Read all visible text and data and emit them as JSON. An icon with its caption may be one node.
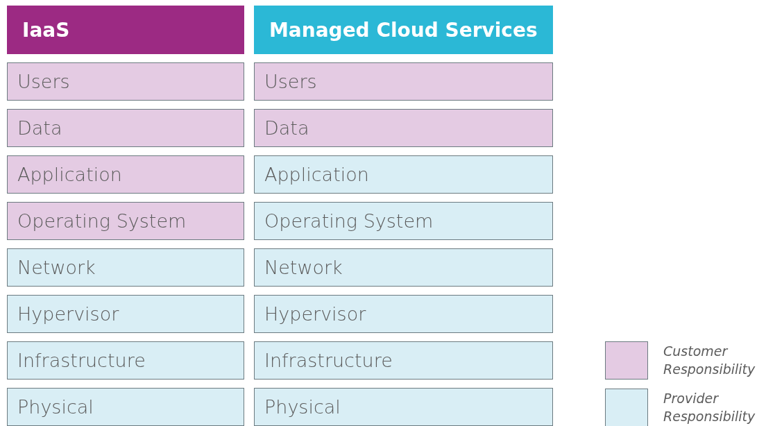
{
  "diagram": {
    "nodes": [
      {
        "text": [
          "IaaS"
        ]
      },
      {
        "text": [
          "Managed Cloud Services"
        ]
      },
      {
        "text": [
          "Users"
        ]
      },
      {
        "text": [
          "Users"
        ]
      },
      {
        "text": [
          "Data"
        ]
      },
      {
        "text": [
          "Data"
        ]
      },
      {
        "text": [
          "Application"
        ]
      },
      {
        "text": [
          "Application"
        ]
      },
      {
        "text": [
          "Operating System"
        ]
      },
      {
        "text": [
          "Operating System"
        ]
      },
      {
        "text": [
          "Network"
        ]
      },
      {
        "text": [
          "Network"
        ]
      },
      {
        "text": [
          "Hypervisor"
        ]
      },
      {
        "text": [
          "Hypervisor"
        ]
      },
      {
        "text": [
          "Infrastructure"
        ]
      },
      {
        "text": [
          "Infrastructure"
        ]
      },
      {
        "text": [
          "Physical"
        ]
      },
      {
        "text": [
          "Physical"
        ]
      }
    ],
    "legend": [
      {
        "text": "Customer Responsibility",
        "color": "#e4cbe3"
      },
      {
        "text": "Provider Responsibility",
        "color": "#d9eef5"
      }
    ]
  }
}
